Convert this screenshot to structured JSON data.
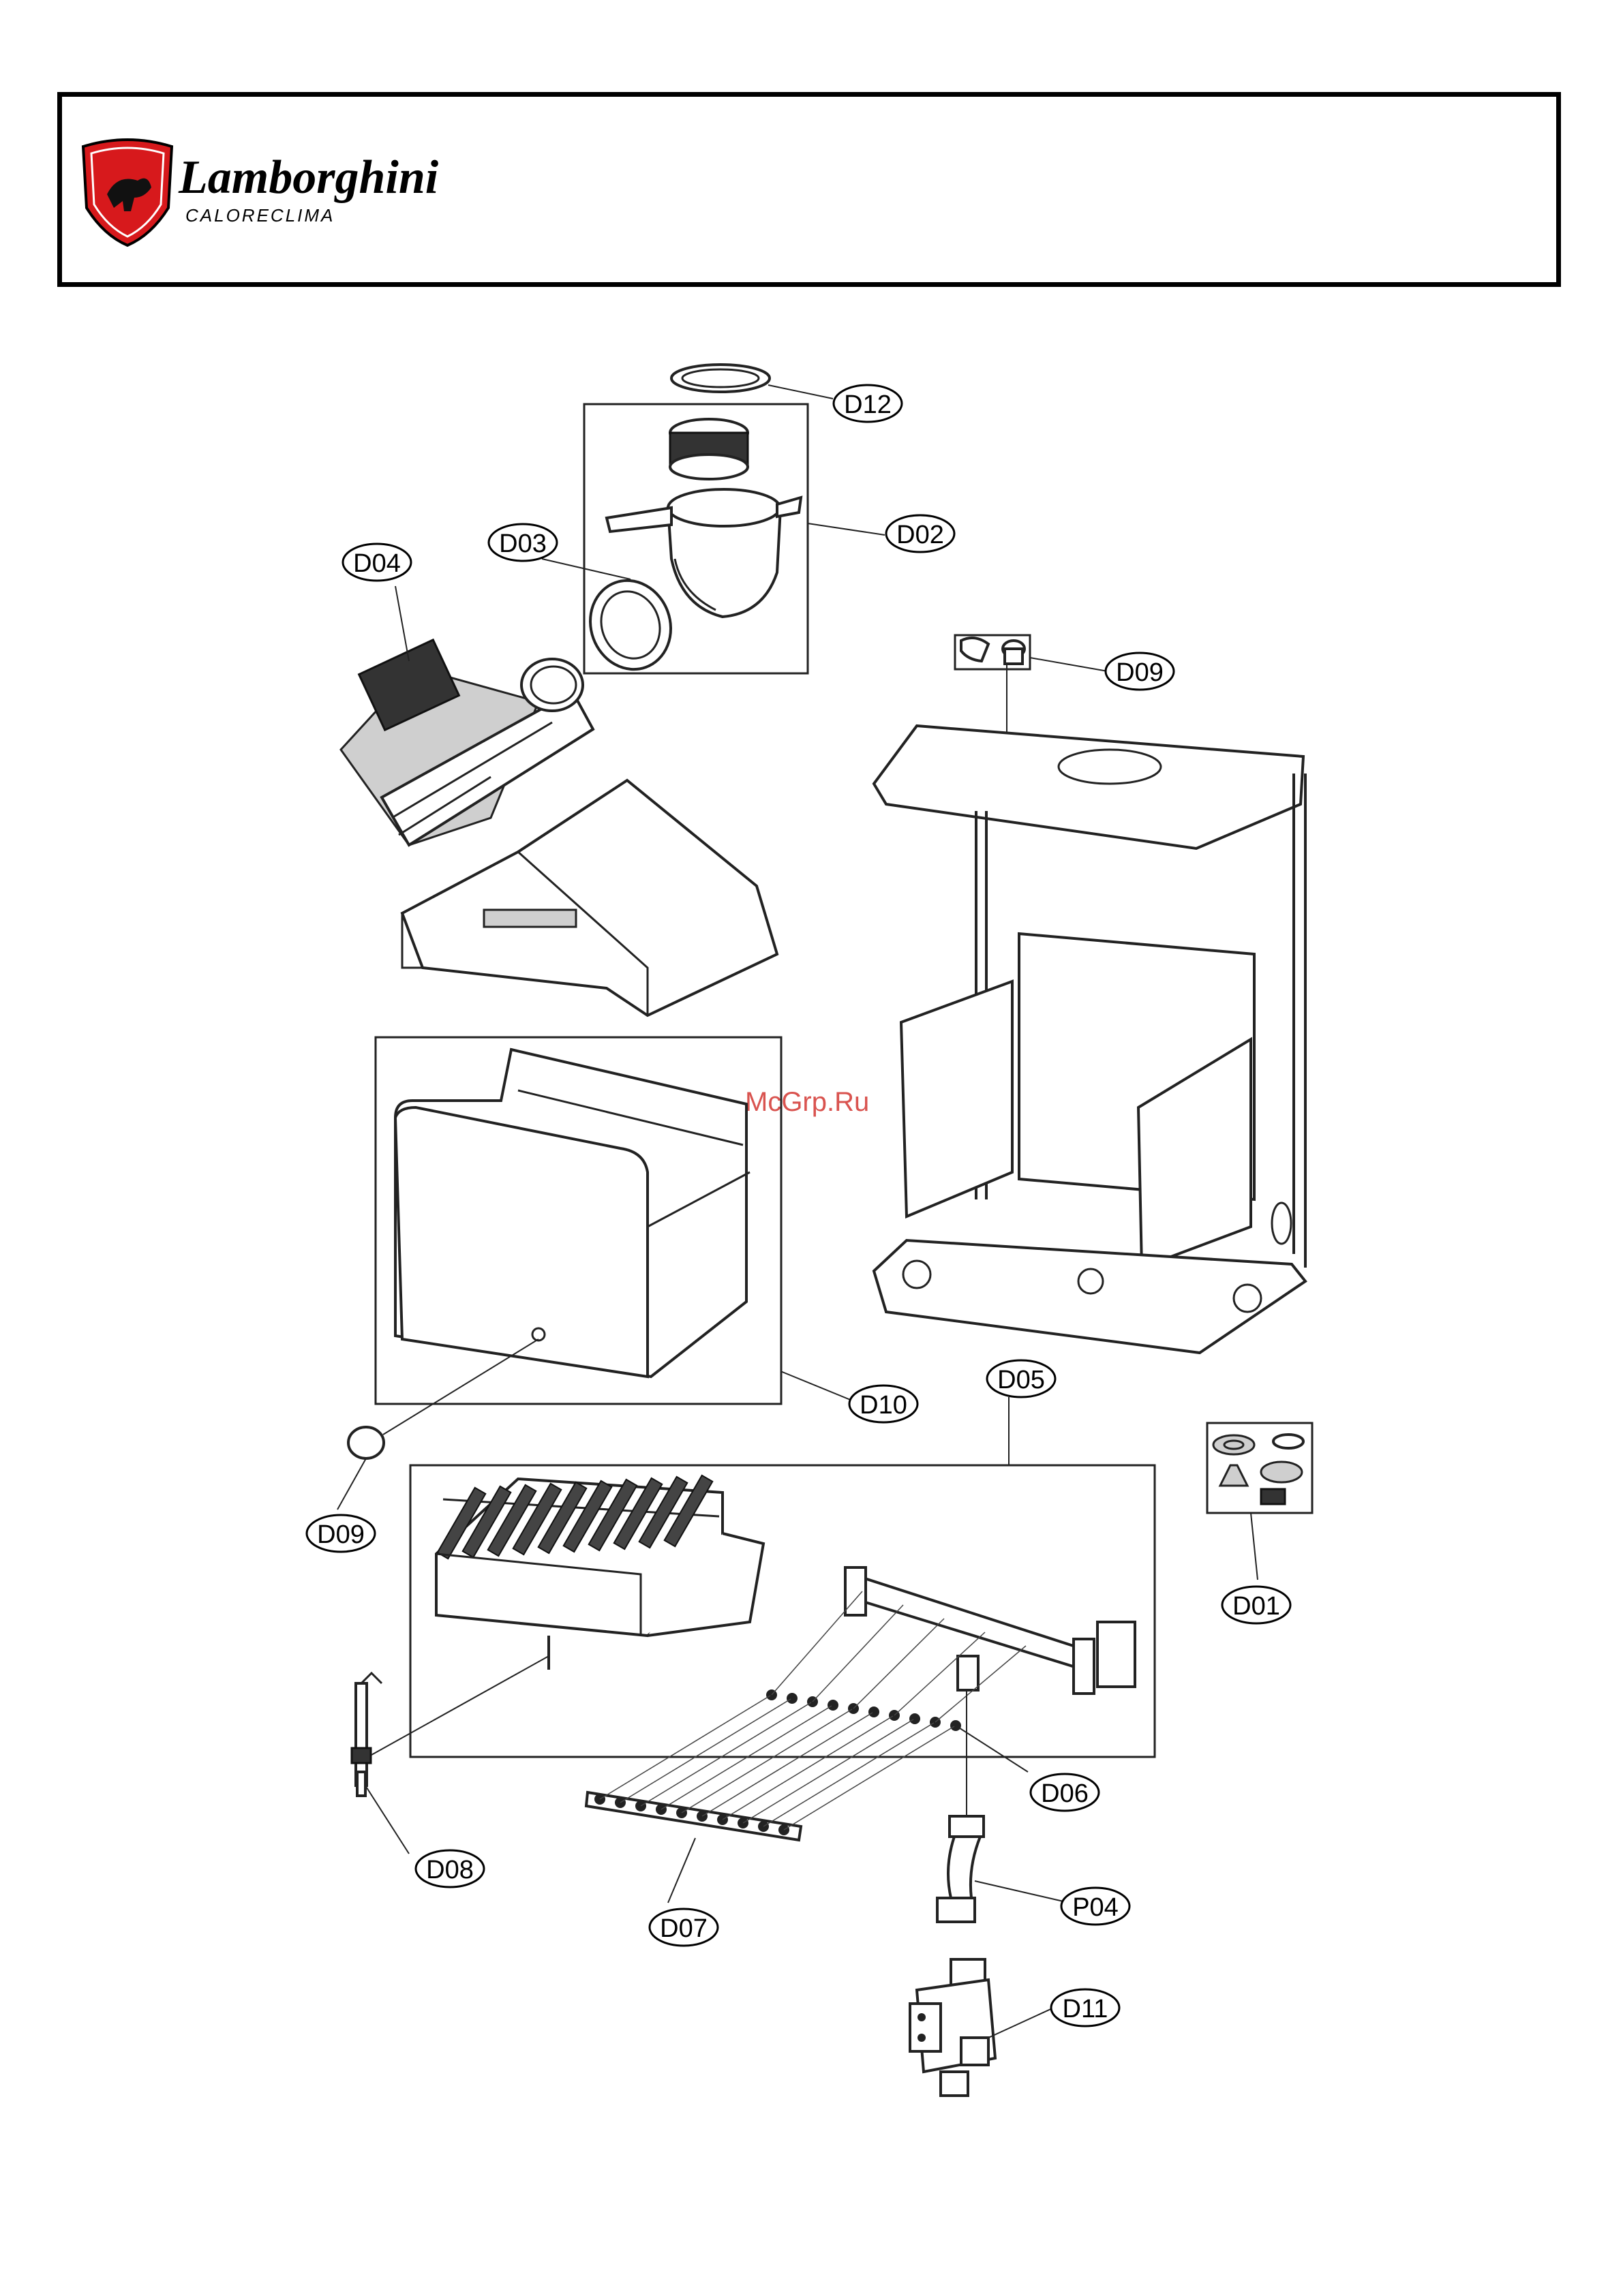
{
  "header": {
    "brand_name": "Lamborghini",
    "brand_sub": "CALORECLIMA"
  },
  "watermark": "McGrp.Ru",
  "callouts": [
    {
      "id": "d12",
      "label": "D12"
    },
    {
      "id": "d02",
      "label": "D02"
    },
    {
      "id": "d03",
      "label": "D03"
    },
    {
      "id": "d04",
      "label": "D04"
    },
    {
      "id": "d09-top",
      "label": "D09"
    },
    {
      "id": "d10",
      "label": "D10"
    },
    {
      "id": "d05",
      "label": "D05"
    },
    {
      "id": "d09-left",
      "label": "D09"
    },
    {
      "id": "d01",
      "label": "D01"
    },
    {
      "id": "d06",
      "label": "D06"
    },
    {
      "id": "d08",
      "label": "D08"
    },
    {
      "id": "d07",
      "label": "D07"
    },
    {
      "id": "p04",
      "label": "P04"
    },
    {
      "id": "d11",
      "label": "D11"
    }
  ],
  "colors": {
    "outline": "#222222",
    "logo_red": "#d7191c",
    "watermark": "#d9534f"
  }
}
